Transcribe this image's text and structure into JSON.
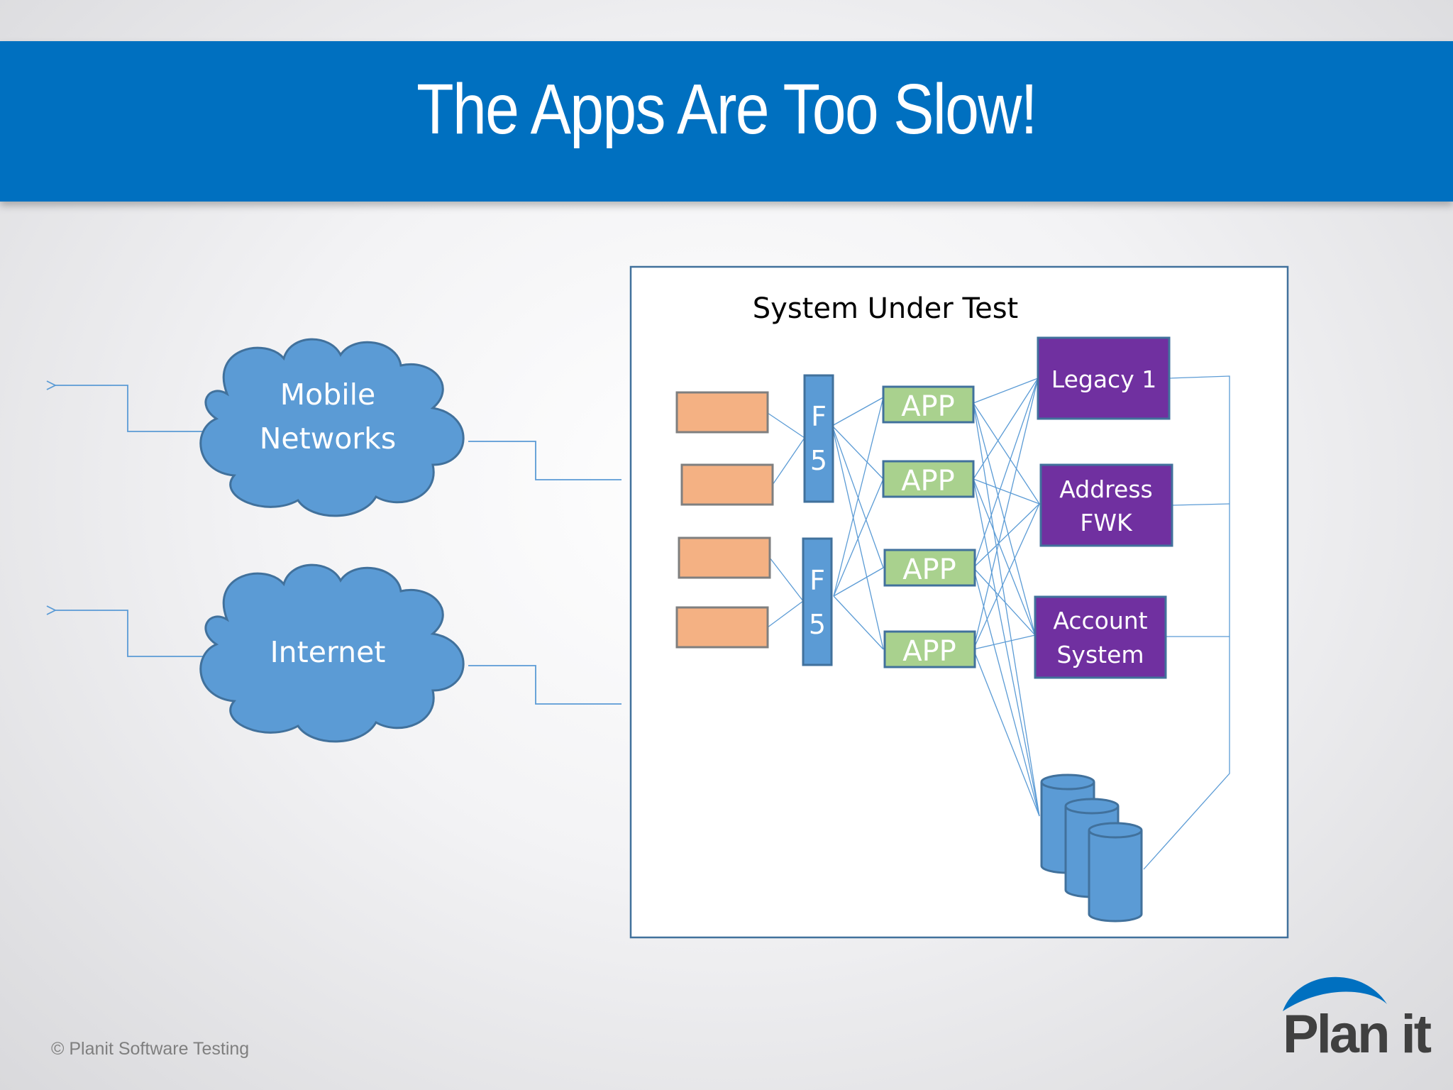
{
  "slide": {
    "title": "The Apps Are Too Slow!",
    "footer": "© Planit Software Testing"
  },
  "logo": {
    "text": "Plan it",
    "icon": "planit-swoosh-logo"
  },
  "diagram": {
    "clouds": [
      "Mobile Networks",
      "Internet"
    ],
    "system_box_label": "System Under Test",
    "load_balancers": [
      "F 5",
      "F 5"
    ],
    "app_nodes": [
      "APP",
      "APP",
      "APP",
      "APP"
    ],
    "backends": [
      "Legacy 1",
      "Address FWK",
      "Account System"
    ],
    "database_icon": "database-stack-icon"
  },
  "colors": {
    "banner": "#0070c0",
    "cloud_fill": "#5b9bd5",
    "web_server_fill": "#f4b183",
    "app_fill": "#a9d18e",
    "backend_fill": "#7030a0",
    "line": "#5b9bd5"
  }
}
